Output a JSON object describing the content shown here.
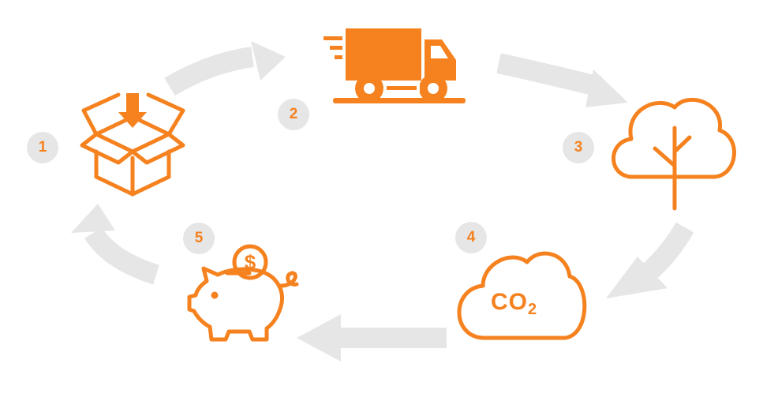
{
  "colors": {
    "accent": "#f5821f",
    "arrow": "#e6e6e6",
    "badge_bg": "#e6e6e6"
  },
  "steps": [
    {
      "number": "1",
      "icon": "box-download-icon"
    },
    {
      "number": "2",
      "icon": "delivery-truck-icon"
    },
    {
      "number": "3",
      "icon": "tree-icon"
    },
    {
      "number": "4",
      "icon": "co2-cloud-icon"
    },
    {
      "number": "5",
      "icon": "piggy-bank-icon"
    }
  ],
  "co2": {
    "main": "CO",
    "sub": "2"
  },
  "coin_symbol": "$"
}
